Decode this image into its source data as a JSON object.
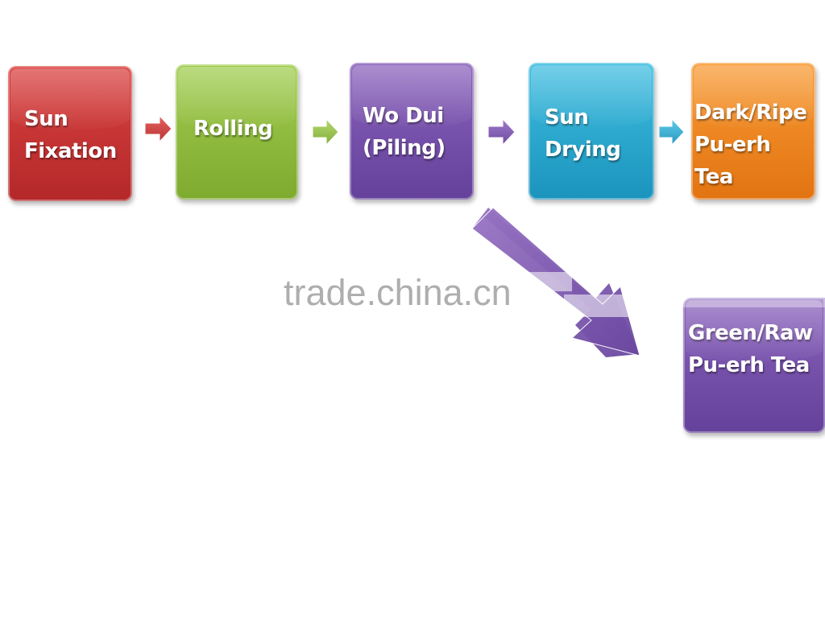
{
  "diagram": {
    "steps": [
      {
        "id": "sun-fixation",
        "label": "Sun\nFixation",
        "color": "#c9302c"
      },
      {
        "id": "rolling",
        "label": "Rolling",
        "color": "#8fbd3d"
      },
      {
        "id": "wo-dui",
        "label": "Wo Dui\n(Piling)",
        "color": "#7652aa"
      },
      {
        "id": "sun-drying",
        "label": "Sun\nDrying",
        "color": "#2aa9d1"
      },
      {
        "id": "dark-ripe",
        "label": "Dark/Ripe\nPu-erh Tea",
        "color": "#f08722"
      }
    ],
    "branch": {
      "id": "green-raw",
      "label": "Green/Raw\nPu-erh Tea",
      "color": "#7652aa"
    }
  },
  "watermark": {
    "text": "trade.china.cn"
  }
}
